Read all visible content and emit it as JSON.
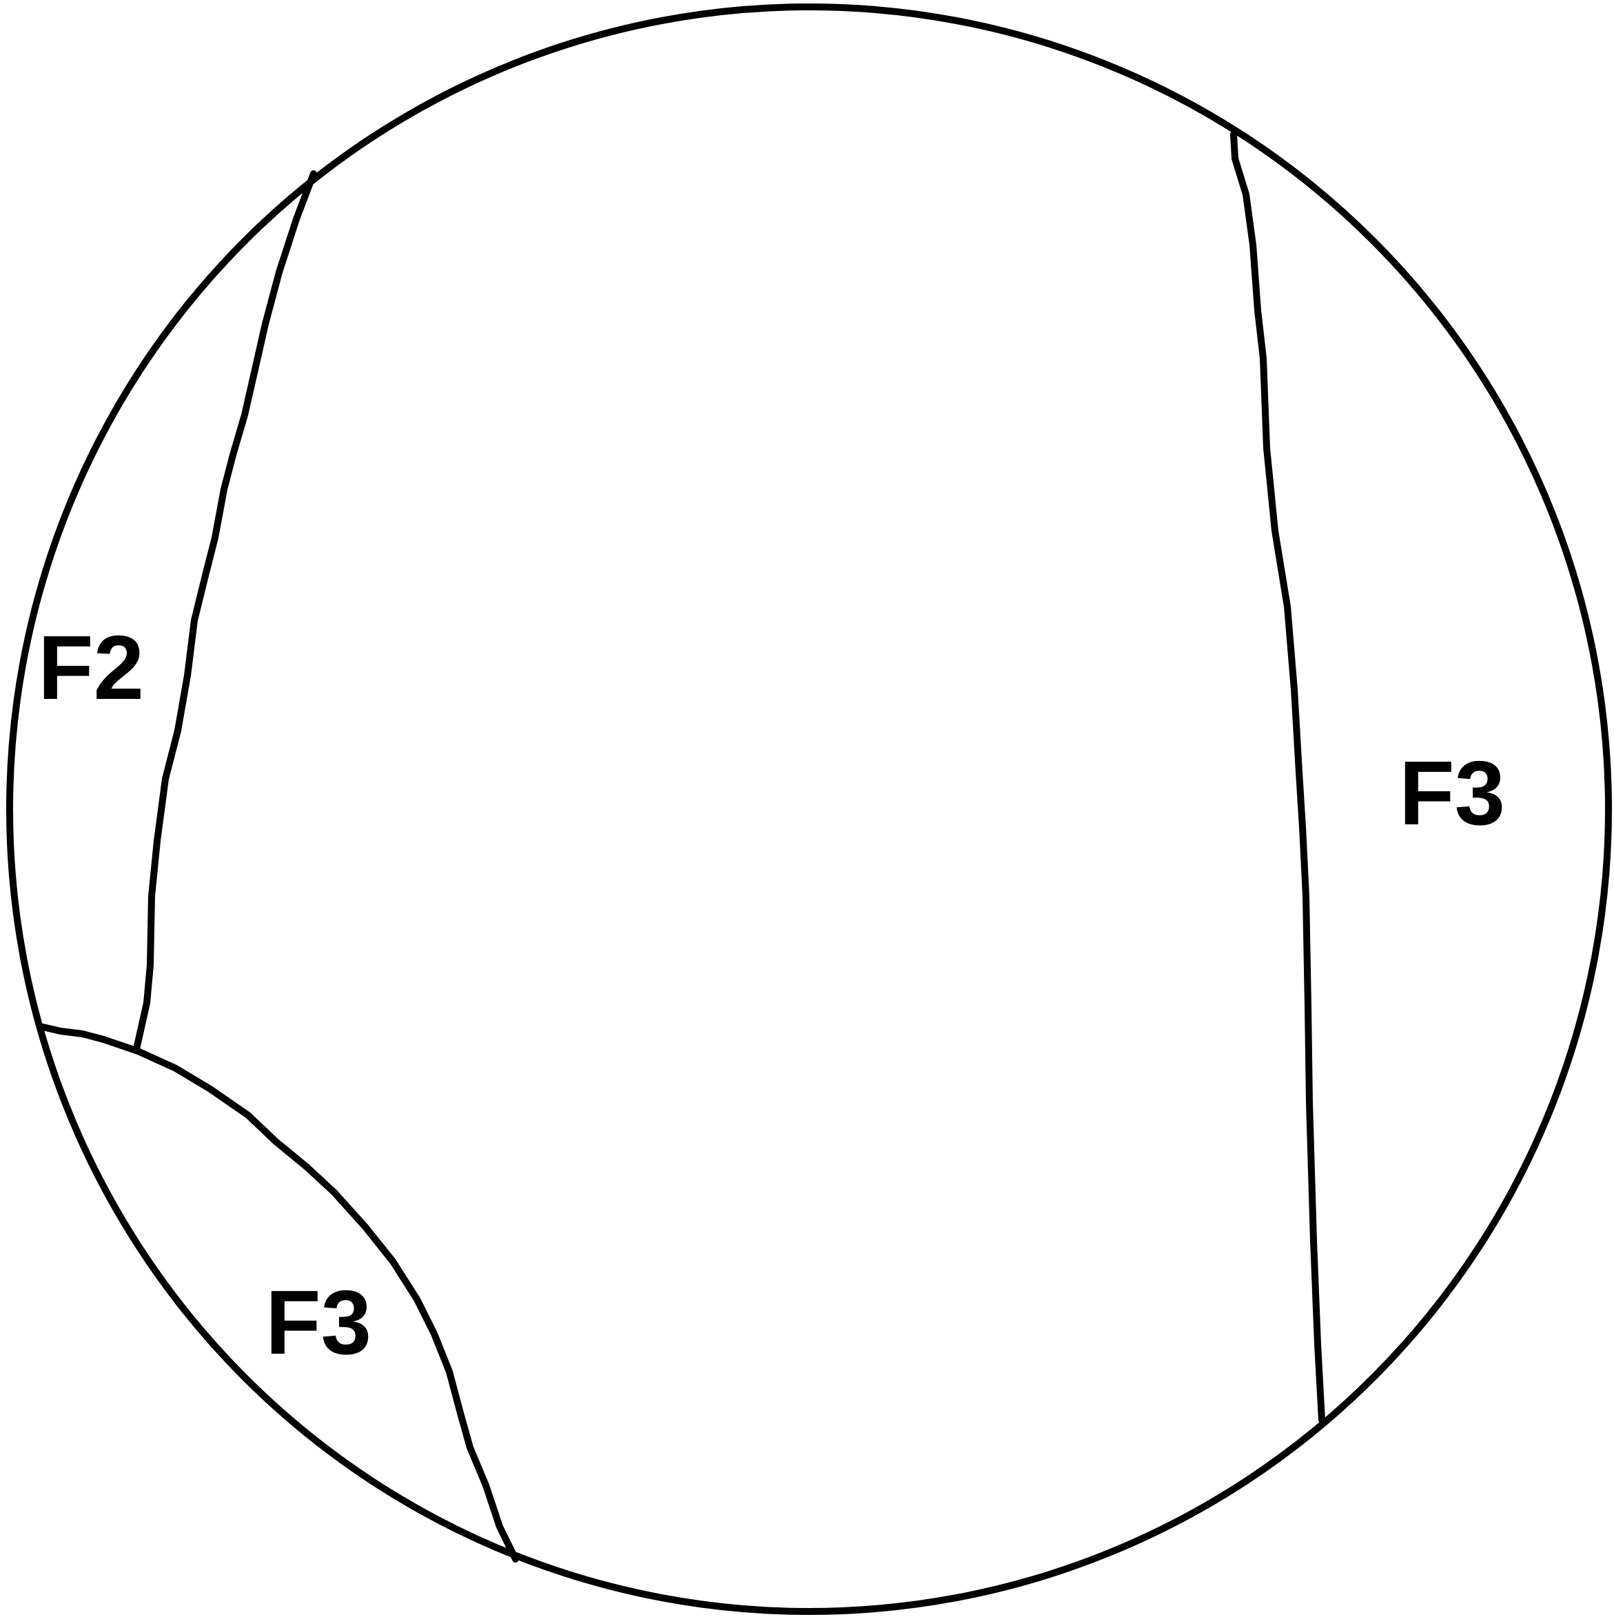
{
  "diagram": {
    "labels": {
      "left_upper": "F2",
      "right": "F3",
      "bottom_left": "F3"
    }
  }
}
